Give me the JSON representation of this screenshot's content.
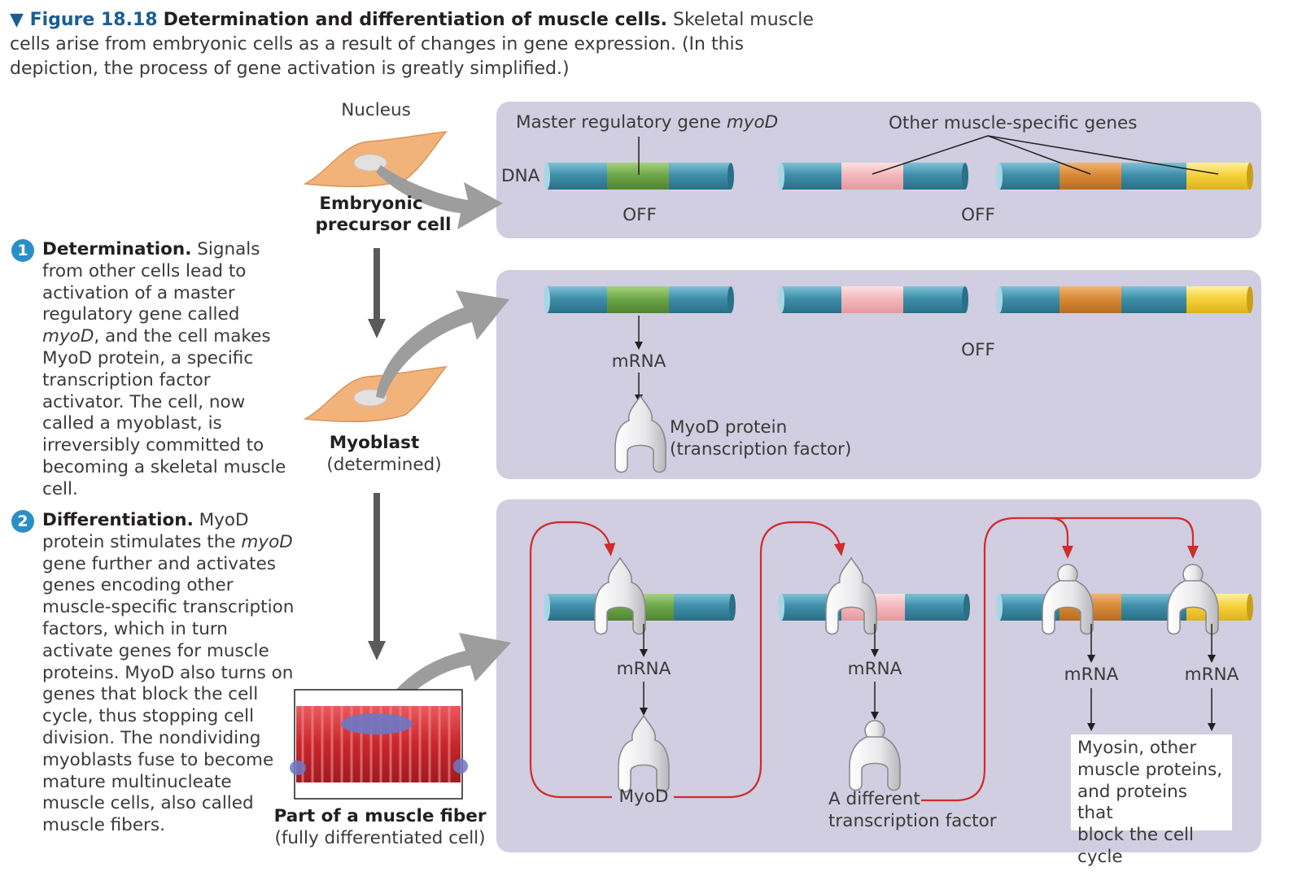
{
  "caption": {
    "label": "▼ Figure 18.18",
    "title": "Determination and differentiation of muscle cells.",
    "body": "Skeletal muscle cells arise from embryonic cells as a result of changes in gene expression. (In this depiction, the process of gene activation is greatly simplified.)"
  },
  "steps": [
    {
      "number": "1",
      "title": "Determination.",
      "text_a": "Signals from other cells lead to activation of a master regulatory gene called ",
      "italic": "myoD",
      "text_b": ", and the cell makes MyoD protein, a specific transcription factor activator. The cell, now called a myoblast, is irreversibly committed to becoming a skeletal muscle cell."
    },
    {
      "number": "2",
      "title": "Differentiation.",
      "text_a": "MyoD protein stimulates the ",
      "italic": "myoD",
      "text_b": " gene further and activates genes encoding other muscle-specific transcription factors, which in turn activate genes for muscle proteins. MyoD also turns on genes that block the cell cycle, thus stopping cell division. The nondividing myoblasts fuse to become mature multinucleate muscle cells, also called muscle fibers."
    }
  ],
  "cells": {
    "nucleus_label": "Nucleus",
    "embryonic": [
      "Embryonic",
      "precursor cell"
    ],
    "myoblast": "Myoblast",
    "myoblast_sub": "(determined)",
    "fiber": "Part of a muscle fiber",
    "fiber_sub": "(fully differentiated cell)"
  },
  "panel1": {
    "master_gene_label": "Master regulatory gene ",
    "master_gene_italic": "myoD",
    "other_genes_label": "Other muscle-specific genes",
    "dna_label": "DNA",
    "off_left": "OFF",
    "off_right": "OFF"
  },
  "panel2": {
    "mrna": "mRNA",
    "protein": [
      "MyoD protein",
      "(transcription factor)"
    ],
    "off": "OFF"
  },
  "panel3": {
    "mrna_1": "mRNA",
    "mrna_2": "mRNA",
    "mrna_3": "mRNA",
    "mrna_4": "mRNA",
    "myod": "MyoD",
    "tf": [
      "A different",
      "transcription factor"
    ],
    "products": [
      "Myosin, other",
      "muscle proteins,",
      "and proteins that",
      "block the cell cycle"
    ]
  },
  "colors": {
    "dna_blue": "#3f8faa",
    "myod_green": "#6fa84a",
    "gene_pink": "#f4b9bd",
    "gene_orange": "#d98a36",
    "gene_yellow": "#f7d23c",
    "panel": "#d0cee0",
    "loop_red": "#d12b2b",
    "cell_tan": "#f2b37b",
    "muscle_red": "#c8262b",
    "step_circle": "#2a8fc7"
  }
}
